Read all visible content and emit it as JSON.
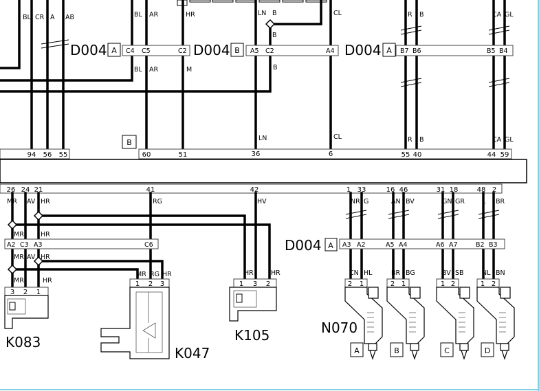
{
  "connector_refs": {
    "d004_1": "D004",
    "d004_2": "D004",
    "d004_3": "D004",
    "d004_4": "D004",
    "k083": "K083",
    "k047": "K047",
    "k105": "K105",
    "n070": "N070"
  },
  "tags": {
    "t1": "A",
    "t2": "B",
    "t3": "A",
    "t4": "B",
    "t5": "A",
    "inj_a": "A",
    "inj_b": "B",
    "inj_c": "C",
    "inj_d": "D"
  },
  "wire_labels": {
    "w1": "BL",
    "w2": "CR",
    "w3": "A",
    "w4": "AB",
    "w5": "BL",
    "w6": "AR",
    "w7": "HR",
    "w8": "LN",
    "w9": "B",
    "w10": "B",
    "w11": "CL",
    "w12": "R",
    "w13": "B",
    "w14": "CA",
    "w15": "GL",
    "w16": "BL",
    "w17": "AR",
    "w18": "M",
    "w19": "B",
    "w20": "LN",
    "w21": "CL",
    "w22": "R",
    "w23": "B",
    "w24": "CA",
    "w25": "GL",
    "w26": "MR",
    "w27": "AV",
    "w28": "HR",
    "w29": "RG",
    "w30": "HV",
    "w31": "NR",
    "w32": "G",
    "w33": "AN",
    "w34": "BV",
    "w35": "GN",
    "w36": "GR",
    "w37": "L",
    "w38": "BR",
    "w39": "MR",
    "w40": "HR",
    "w41": "MR",
    "w42": "AV",
    "w43": "HR",
    "w44": "MR",
    "w45": "HR",
    "w46": "MR",
    "w47": "RG",
    "w48": "HR",
    "w49": "HR",
    "w50": "HR",
    "w51": "CN",
    "w52": "HL",
    "w53": "BR",
    "w54": "BG",
    "w55": "BV",
    "w56": "SB",
    "w57": "NL",
    "w58": "BN"
  },
  "contacts": {
    "c1": "C4",
    "c2": "C5",
    "c3": "C2",
    "c4": "A5",
    "c5": "C2",
    "c6": "A4",
    "c7": "B7",
    "c8": "B6",
    "c9": "B5",
    "c10": "B4",
    "c11": "A2",
    "c12": "C3",
    "c13": "A3",
    "c14": "C6",
    "c15": "A3",
    "c16": "A2",
    "c17": "A5",
    "c18": "A4",
    "c19": "A6",
    "c20": "A7",
    "c21": "B2",
    "c22": "B3"
  },
  "pins": {
    "p1": "94",
    "p2": "56",
    "p3": "55",
    "p4": "60",
    "p5": "51",
    "p6": "36",
    "p7": "6",
    "p8": "55",
    "p9": "40",
    "p10": "44",
    "p11": "59",
    "p12": "26",
    "p13": "24",
    "p14": "21",
    "p15": "41",
    "p16": "42",
    "p17": "1",
    "p18": "33",
    "p19": "16",
    "p20": "46",
    "p21": "31",
    "p22": "18",
    "p23": "48",
    "p24": "2",
    "k083_1": "3",
    "k083_2": "2",
    "k083_3": "1",
    "k047_1": "1",
    "k047_2": "2",
    "k047_3": "3",
    "k105_1": "1",
    "k105_2": "3",
    "k105_3": "2",
    "n1": "2",
    "n2": "1",
    "n3": "2",
    "n4": "1",
    "n5": "1",
    "n6": "2",
    "n7": "1",
    "n8": "2"
  }
}
